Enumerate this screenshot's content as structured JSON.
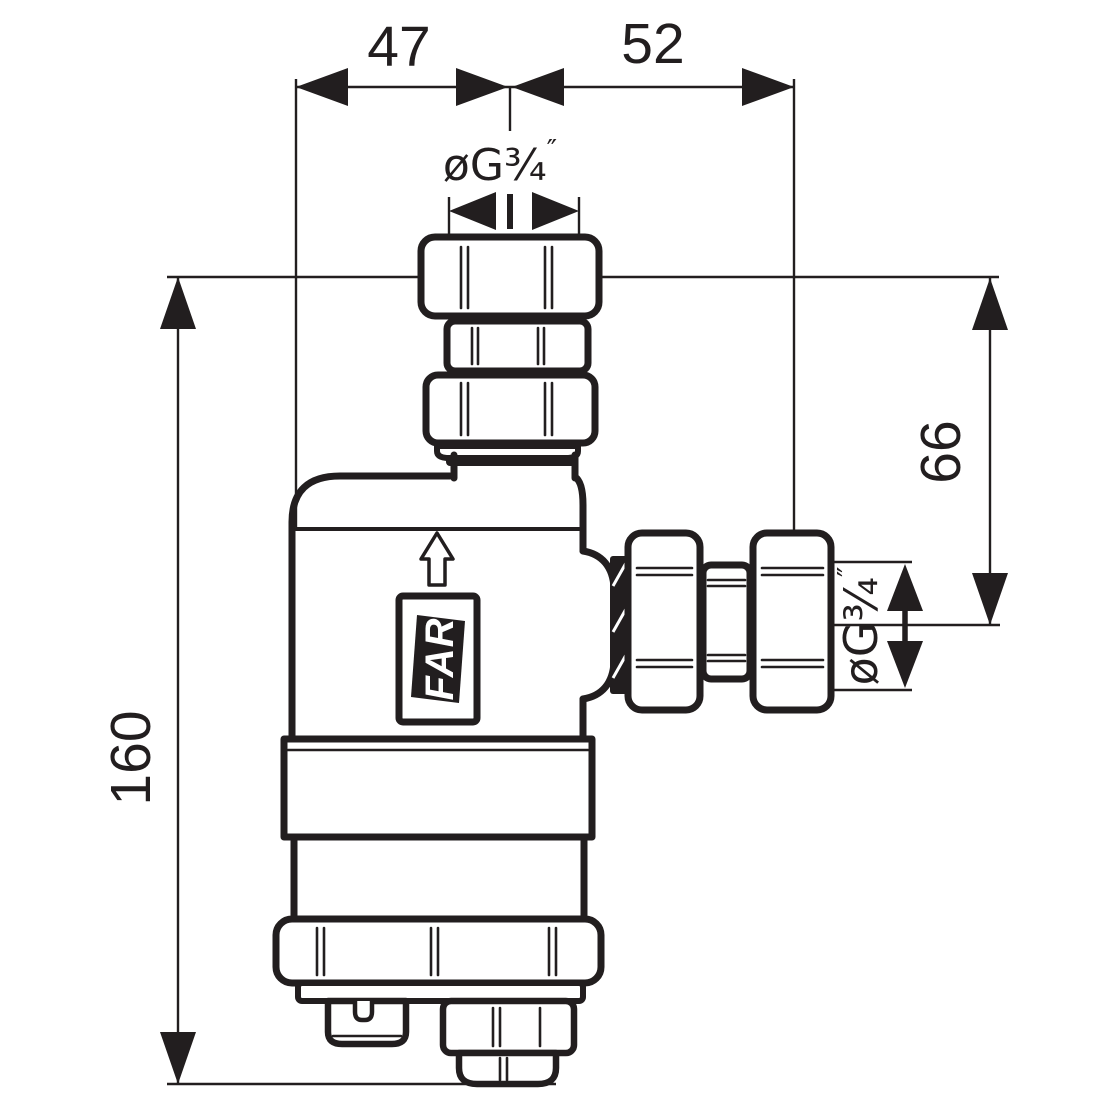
{
  "figure": {
    "kind": "technical-dimensional-drawing",
    "ink_color": "#221e1f",
    "background_color": "#ffffff",
    "icons": {
      "flow_direction": "up-arrow"
    }
  },
  "brand": {
    "logo": "FAR"
  },
  "dims": {
    "top_left_width": "47",
    "top_right_width": "52",
    "overall_height": "160",
    "side_port_height": "66",
    "top_thread": "øG¾",
    "top_thread_unit": "″",
    "side_thread": "øG¾",
    "side_thread_unit": "″"
  }
}
